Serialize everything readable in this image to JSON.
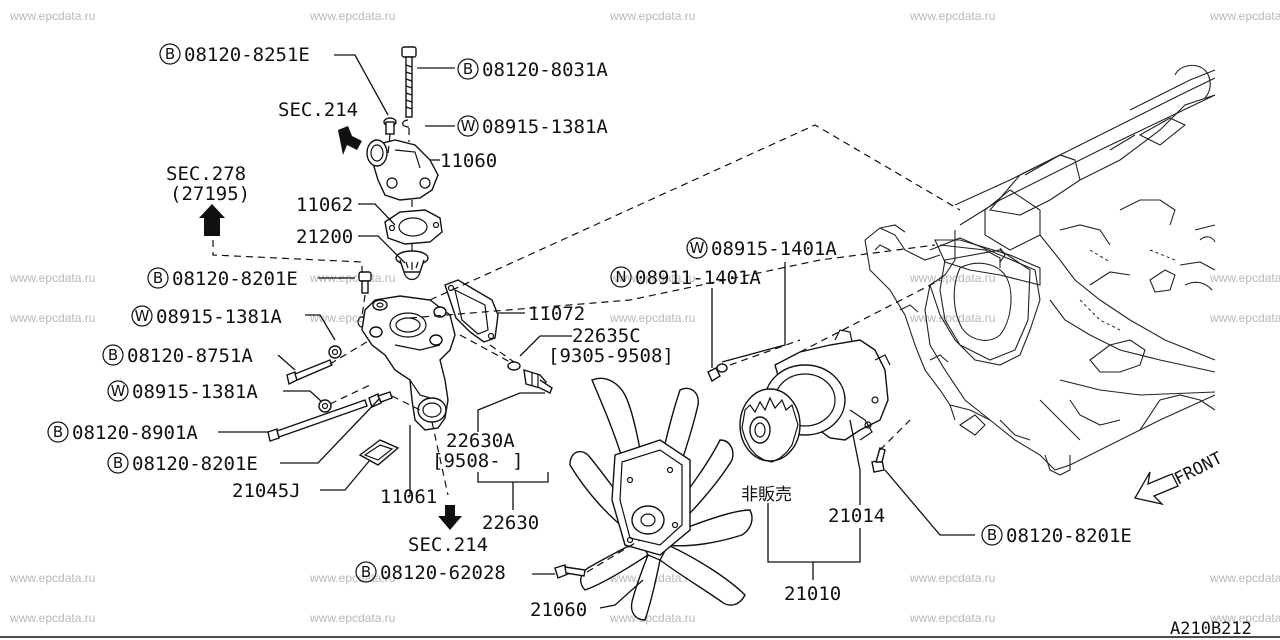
{
  "watermark": "www.epcdata.ru",
  "diagram_code": "A210B212",
  "front_label": "FRONT",
  "not_sold_label": "非販売",
  "sections": {
    "sec214_top": "SEC.214",
    "sec278": "SEC.278",
    "sec278_ref": "(27195)",
    "sec214_bottom": "SEC.214"
  },
  "part_labels": [
    {
      "key": "b_08120_8251e",
      "prefix": "B",
      "text": "08120-8251E"
    },
    {
      "key": "b_08120_8031a",
      "prefix": "B",
      "text": "08120-8031A"
    },
    {
      "key": "w_08915_1381a_top",
      "prefix": "W",
      "text": "08915-1381A"
    },
    {
      "key": "p_11060",
      "prefix": "",
      "text": "11060"
    },
    {
      "key": "p_11062",
      "prefix": "",
      "text": "11062"
    },
    {
      "key": "p_21200",
      "prefix": "",
      "text": "21200"
    },
    {
      "key": "b_08120_8201e_upper",
      "prefix": "B",
      "text": "08120-8201E"
    },
    {
      "key": "p_11072",
      "prefix": "",
      "text": "11072"
    },
    {
      "key": "w_08915_1381a_mid",
      "prefix": "W",
      "text": "08915-1381A"
    },
    {
      "key": "p_22635c",
      "prefix": "",
      "text": "22635C"
    },
    {
      "key": "p_22635c_range",
      "prefix": "",
      "text": "[9305-9508]"
    },
    {
      "key": "b_08120_8751a",
      "prefix": "B",
      "text": "08120-8751A"
    },
    {
      "key": "w_08915_1381a_low",
      "prefix": "W",
      "text": "08915-1381A"
    },
    {
      "key": "b_08120_8901a",
      "prefix": "B",
      "text": "08120-8901A"
    },
    {
      "key": "p_22630a",
      "prefix": "",
      "text": "22630A"
    },
    {
      "key": "p_22630a_range",
      "prefix": "",
      "text": "[9508-  ]"
    },
    {
      "key": "b_08120_8201e_lower",
      "prefix": "B",
      "text": "08120-8201E"
    },
    {
      "key": "p_21045j",
      "prefix": "",
      "text": "21045J"
    },
    {
      "key": "p_11061",
      "prefix": "",
      "text": "11061"
    },
    {
      "key": "p_22630",
      "prefix": "",
      "text": "22630"
    },
    {
      "key": "b_08120_62028",
      "prefix": "B",
      "text": "08120-62028"
    },
    {
      "key": "p_21060",
      "prefix": "",
      "text": "21060"
    },
    {
      "key": "w_08915_1401a",
      "prefix": "W",
      "text": "08915-1401A"
    },
    {
      "key": "n_08911_1401a",
      "prefix": "N",
      "text": "08911-1401A"
    },
    {
      "key": "p_21014",
      "prefix": "",
      "text": "21014"
    },
    {
      "key": "p_21010",
      "prefix": "",
      "text": "21010"
    },
    {
      "key": "b_08120_8201e_right",
      "prefix": "B",
      "text": "08120-8201E"
    }
  ]
}
